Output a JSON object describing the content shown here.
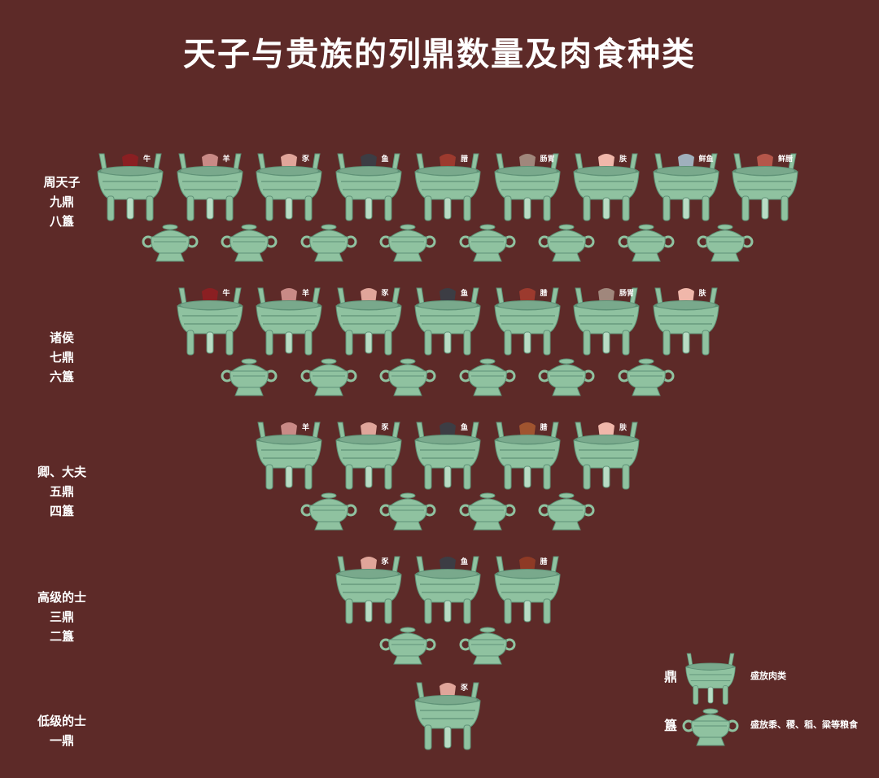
{
  "title": "天子与贵族的列鼎数量及肉食种类",
  "colors": {
    "background": "#5d2a28",
    "bronze": "#8fc2a0",
    "bronze_dark": "#5f9277"
  },
  "ranks": [
    {
      "name": "周天子",
      "ding": "九鼎",
      "gui": "八簋",
      "gui_count": 8,
      "meats": [
        {
          "label": "牛",
          "color": "#8a1f22"
        },
        {
          "label": "羊",
          "color": "#c98a86"
        },
        {
          "label": "豕",
          "color": "#e0a59a"
        },
        {
          "label": "鱼",
          "color": "#3c3d44"
        },
        {
          "label": "腊",
          "color": "#9c3a2e"
        },
        {
          "label": "肠胃",
          "color": "#a0877c"
        },
        {
          "label": "肤",
          "color": "#f0b7aa"
        },
        {
          "label": "鲜鱼",
          "color": "#9fb0bd"
        },
        {
          "label": "鲜腊",
          "color": "#b5564a"
        }
      ]
    },
    {
      "name": "诸侯",
      "ding": "七鼎",
      "gui": "六簋",
      "gui_count": 6,
      "meats": [
        {
          "label": "牛",
          "color": "#8a1f22"
        },
        {
          "label": "羊",
          "color": "#c98a86"
        },
        {
          "label": "豕",
          "color": "#e0a59a"
        },
        {
          "label": "鱼",
          "color": "#3c3d44"
        },
        {
          "label": "腊",
          "color": "#9c3a2e"
        },
        {
          "label": "肠胃",
          "color": "#a0877c"
        },
        {
          "label": "肤",
          "color": "#f0b7aa"
        }
      ]
    },
    {
      "name": "卿、大夫",
      "ding": "五鼎",
      "gui": "四簋",
      "gui_count": 4,
      "meats": [
        {
          "label": "羊",
          "color": "#c98a86"
        },
        {
          "label": "豕",
          "color": "#e0a59a"
        },
        {
          "label": "鱼",
          "color": "#3c3d44"
        },
        {
          "label": "腊",
          "color": "#a0542f"
        },
        {
          "label": "肤",
          "color": "#f0b7aa"
        }
      ]
    },
    {
      "name": "高级的士",
      "ding": "三鼎",
      "gui": "二簋",
      "gui_count": 2,
      "meats": [
        {
          "label": "豕",
          "color": "#e0a59a"
        },
        {
          "label": "鱼",
          "color": "#3c3d44"
        },
        {
          "label": "腊",
          "color": "#8e3a25"
        }
      ]
    },
    {
      "name": "低级的士",
      "ding": "一鼎",
      "gui": "",
      "gui_count": 0,
      "meats": [
        {
          "label": "豕",
          "color": "#e0a59a"
        }
      ]
    }
  ],
  "legend": [
    {
      "name": "鼎",
      "desc": "盛放肉类"
    },
    {
      "name": "簋",
      "desc": "盛放黍、稷、稻、粱等粮食"
    }
  ]
}
